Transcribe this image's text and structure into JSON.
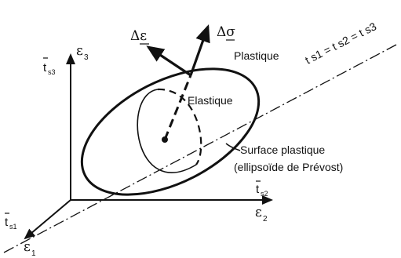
{
  "labels": {
    "delta_epsilon": "Δε",
    "delta_sigma": "Δσ",
    "plastique": "Plastique",
    "elastique": "Elastique",
    "surface_plastique": "Surface plastique",
    "ellipsoide": "(ellipsoïde de Prévost)",
    "axis_eps1": "ε",
    "axis_eps1_sub": "1",
    "axis_eps2": "ε",
    "axis_eps2_sub": "2",
    "axis_eps3": "ε",
    "axis_eps3_sub": "3",
    "ts1": "t",
    "ts1_sub": "s1",
    "ts2": "t",
    "ts2_sub": "s2",
    "ts3": "t",
    "ts3_sub": "s3",
    "equality": "t s1 = t s2 = t s3"
  }
}
